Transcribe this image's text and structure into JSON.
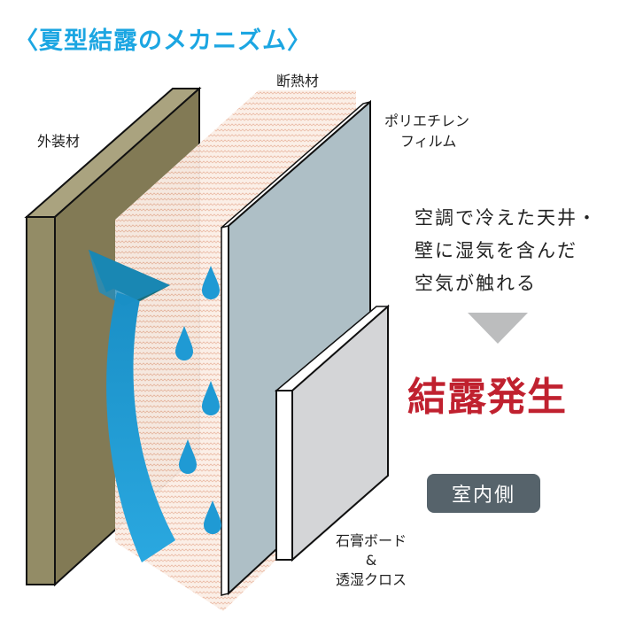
{
  "title": "〈夏型結露のメカニズム〉",
  "labels": {
    "exterior": "外装材",
    "insulation": "断熱材",
    "film_line1": "ポリエチレン",
    "film_line2": "フィルム",
    "board_line1": "石膏ボード",
    "board_line2": "&",
    "board_line3": "透湿クロス"
  },
  "description": [
    "空調で冷えた天井・",
    "壁に湿気を含んだ",
    "空気が触れる"
  ],
  "result": "結露発生",
  "badge": "室内側",
  "colors": {
    "title": "#1ca6e2",
    "result": "#c0212f",
    "badge": "#56636b",
    "arrow": "#1a9ad6"
  }
}
